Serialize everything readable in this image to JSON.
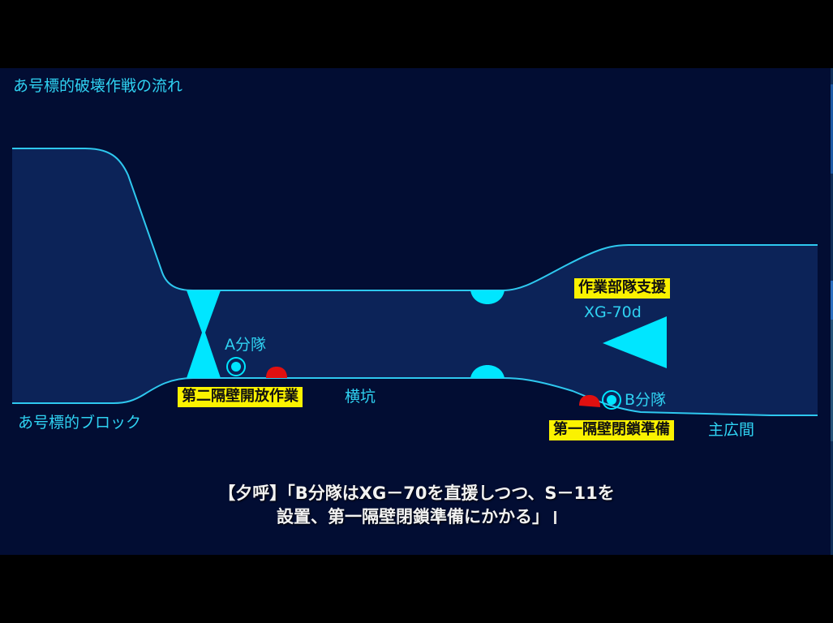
{
  "title": "あ号標的破壊作戦の流れ",
  "labels": {
    "target_block": "あ号標的ブロック",
    "side_tunnel": "横坑",
    "main_hall": "主広間",
    "squad_a": "A分隊",
    "squad_b": "B分隊",
    "unit_xg": "XG-70d"
  },
  "tags": {
    "second_bulkhead": "第二隔壁開放作業",
    "support": "作業部隊支援",
    "first_bulkhead": "第一隔壁閉鎖準備"
  },
  "subtitle": {
    "line1": "【夕呼】「B分隊はXG－70を直援しつつ、S－11を",
    "line2": "設置、第一隔壁閉鎖準備にかかる」"
  },
  "colors": {
    "background": "#020d33",
    "corridor_fill": "#0c2358",
    "outline": "#2ec8ef",
    "accent_cyan": "#00e6ff",
    "marker_red": "#e01010",
    "tag_yellow": "#fbf200"
  }
}
